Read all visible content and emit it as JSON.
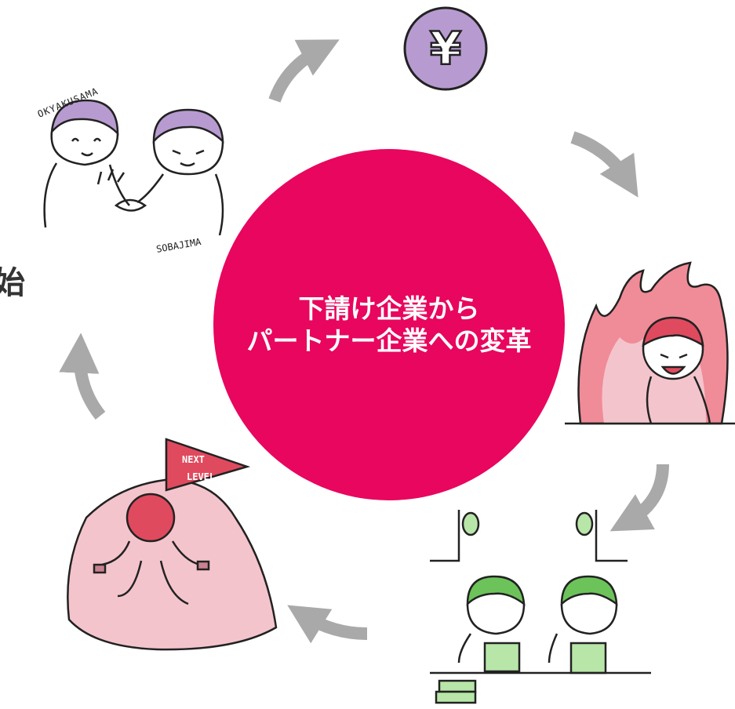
{
  "center": {
    "line1": "下請け企業から",
    "line2": "パートナー企業への変革"
  },
  "left_label": "始",
  "handshake": {
    "label_customer": "OKYAKUSAMA",
    "label_company": "SOBAJIMA"
  },
  "coin": {
    "symbol": "¥"
  },
  "climb": {
    "flag_text_1": "NEXT",
    "flag_text_2": "LEVEL"
  },
  "colors": {
    "center_circle": "#e8065e",
    "arrow": "#a9a9a9",
    "purple": "#b79bd0",
    "red": "#e04a5e",
    "pink_fill": "#f4c4cc",
    "green": "#6cc35a"
  }
}
